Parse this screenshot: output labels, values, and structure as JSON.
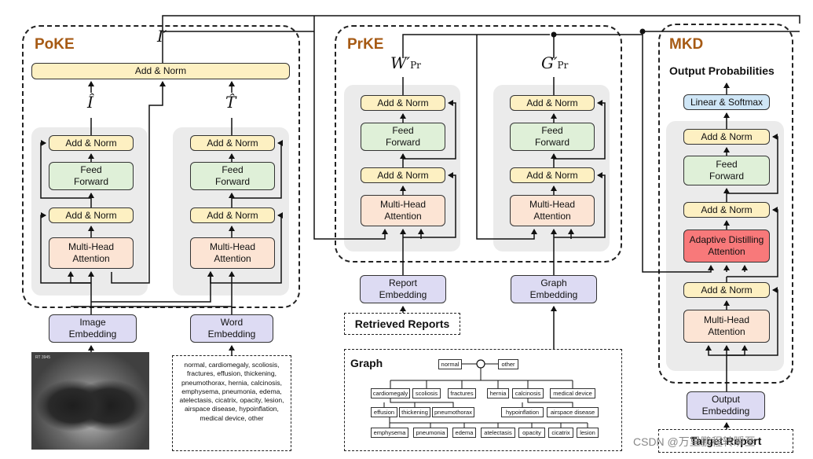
{
  "modules": {
    "poke": {
      "title": "PoKE"
    },
    "prke": {
      "title": "PrKE"
    },
    "mkd": {
      "title": "MKD"
    }
  },
  "math": {
    "i_prime": "I′",
    "i_hat": "Î",
    "t_hat": "T̂",
    "w_base": "W′",
    "w_sub": "Pr",
    "g_base": "G′",
    "g_sub": "Pr"
  },
  "blocks": {
    "add_norm": "Add & Norm",
    "feed_forward": "Feed\nForward",
    "multi_head_attention": "Multi-Head\nAttention",
    "adaptive_distilling_attention": "Adaptive Distilling\nAttention",
    "linear_softmax": "Linear & Softmax",
    "image_embedding": "Image\nEmbedding",
    "word_embedding": "Word\nEmbedding",
    "report_embedding": "Report\nEmbedding",
    "graph_embedding": "Graph\nEmbedding",
    "output_embedding": "Output\nEmbedding"
  },
  "labels": {
    "output_probabilities": "Output Probabilities",
    "retrieved_reports": "Retrieved Reports",
    "target_report": "Target Report",
    "graph_title": "Graph"
  },
  "image_tag": "RT 3945",
  "word_list": "normal, cardiomegaly, scoliosis, fractures, effusion, thickening, pneumothorax, hernia, calcinosis, emphysema, pneumonia, edema, atelectasis, cicatrix, opacity, lesion, airspace disease, hypoinflation, medical device, other",
  "graph_nodes": {
    "top": [
      "normal",
      "other"
    ],
    "row1": [
      "cardiomegaly",
      "scoliosis",
      "fractures",
      "hernia",
      "calcinosis",
      "medical device"
    ],
    "row2": [
      "effusion",
      "thickening",
      "pneumothorax",
      "hypoinflation",
      "airspace disease"
    ],
    "row3": [
      "emphysema",
      "pneumonia",
      "edema",
      "atelectasis",
      "opacity",
      "cicatrix",
      "lesion"
    ]
  },
  "watermark": "CSDN @万里鹏程转瞬至"
}
